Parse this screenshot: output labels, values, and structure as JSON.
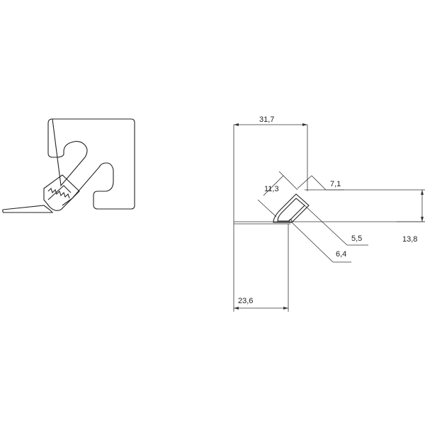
{
  "dimensions": {
    "width_total": "31,7",
    "leg_height": "11,3",
    "top_width": "7,1",
    "radius_a": "5,5",
    "radius_b": "6,4",
    "height_right": "13,8",
    "base_width": "23,6"
  }
}
